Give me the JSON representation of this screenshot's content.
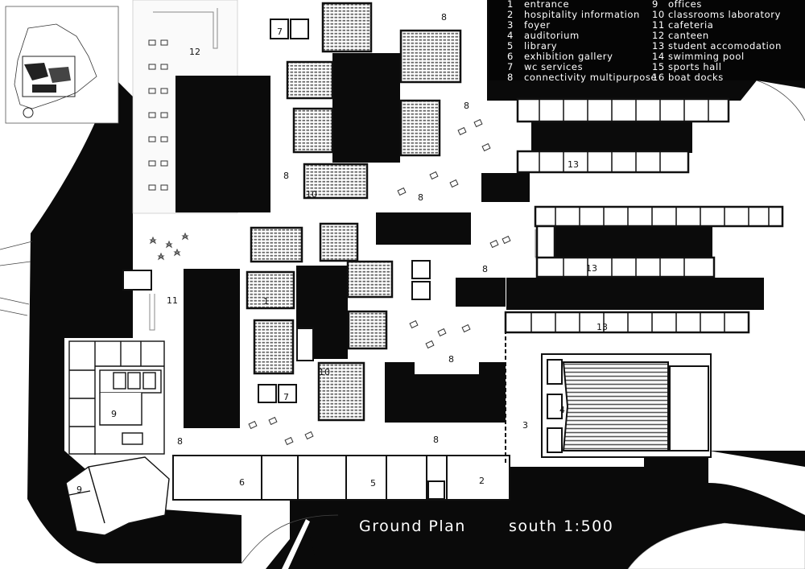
{
  "title": {
    "left": "Ground Plan",
    "right": "south 1:500"
  },
  "legend": {
    "col1": [
      {
        "num": "1",
        "label": "entrance"
      },
      {
        "num": "2",
        "label": "hospitality information"
      },
      {
        "num": "3",
        "label": "foyer"
      },
      {
        "num": "4",
        "label": "auditorium"
      },
      {
        "num": "5",
        "label": "library"
      },
      {
        "num": "6",
        "label": "exhibition gallery"
      },
      {
        "num": "7",
        "label": "wc services"
      },
      {
        "num": "8",
        "label": "connectivity multipurpose"
      }
    ],
    "col2": [
      {
        "num": "9",
        "label": "offices"
      },
      {
        "num": "10",
        "label": "classrooms laboratory"
      },
      {
        "num": "11",
        "label": "cafeteria"
      },
      {
        "num": "12",
        "label": "canteen"
      },
      {
        "num": "13",
        "label": "student accomodation"
      },
      {
        "num": "14",
        "label": "swimming pool"
      },
      {
        "num": "15",
        "label": "sports hall"
      },
      {
        "num": "16",
        "label": "boat docks"
      }
    ]
  },
  "plan_labels": {
    "l1": "1",
    "l2": "2",
    "l3": "3",
    "l4": "4",
    "l5": "5",
    "l6": "6",
    "l7a": "7",
    "l7b": "7",
    "l8a": "8",
    "l8b": "8",
    "l8c": "8",
    "l8d": "8",
    "l8e": "8",
    "l8f": "8",
    "l8g": "8",
    "l8h": "8",
    "l9a": "9",
    "l9b": "9",
    "l10a": "10",
    "l10b": "10",
    "l11": "11",
    "l12": "12",
    "l13a": "13",
    "l13b": "13",
    "l13c": "13"
  }
}
